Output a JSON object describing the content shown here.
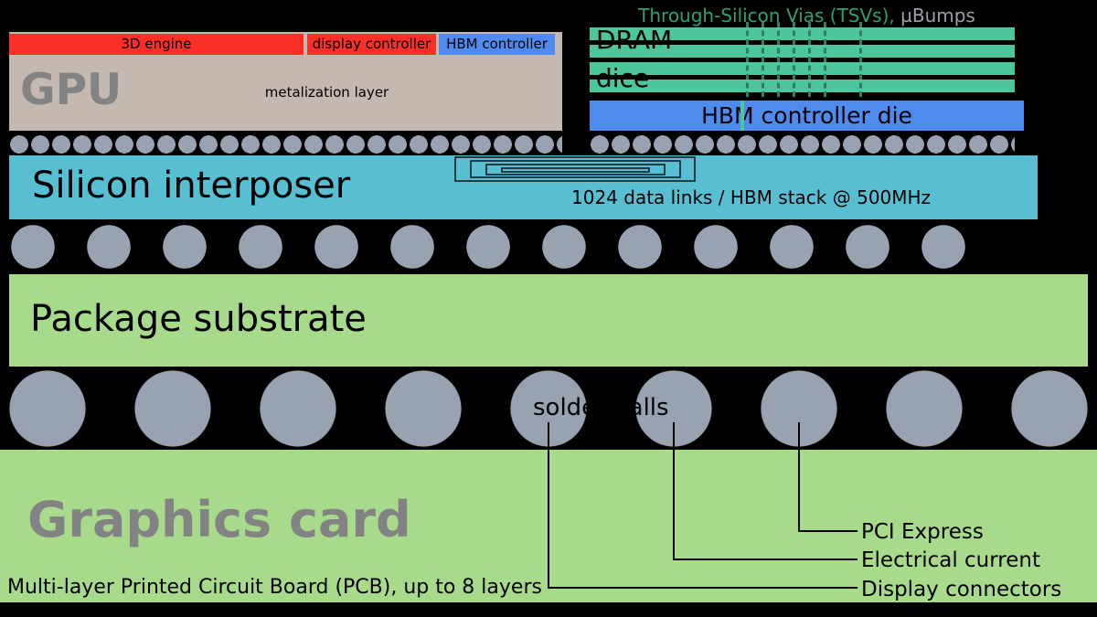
{
  "colors": {
    "background": "#000000",
    "gpu_die": "#c4b8b0",
    "red_block": "#fa2f28",
    "blue_block": "#4f8bee",
    "dram_teal": "#4cc69d",
    "interposer_blue": "#58bfd2",
    "substrate_green": "#a8da8c",
    "bump_gray": "#98a2b0",
    "tsv_label_green": "#2ba07c",
    "big_label_gray": "#838383"
  },
  "top": {
    "tsv_label": "Through-Silicon Vias (TSVs),",
    "ubumps_label": " µBumps"
  },
  "gpu": {
    "name": "GPU",
    "engine_3d": "3D engine",
    "display_controller": "display controller",
    "hbm_controller": "HBM controller",
    "metalization_layer": "metalization layer"
  },
  "hbm_stack": {
    "dram_line1": "DRAM",
    "dram_line2": "dice",
    "controller_die": "HBM controller die"
  },
  "interposer": {
    "title": "Silicon interposer",
    "data_links": "1024 data links / HBM stack @ 500MHz"
  },
  "substrate": {
    "title": "Package substrate"
  },
  "solder": {
    "label": "solder balls"
  },
  "card": {
    "title": "Graphics card",
    "pcb": "Multi-layer Printed Circuit Board (PCB), up to 8 layers",
    "pci": "PCI Express",
    "current": "Electrical current",
    "display": "Display connectors"
  }
}
